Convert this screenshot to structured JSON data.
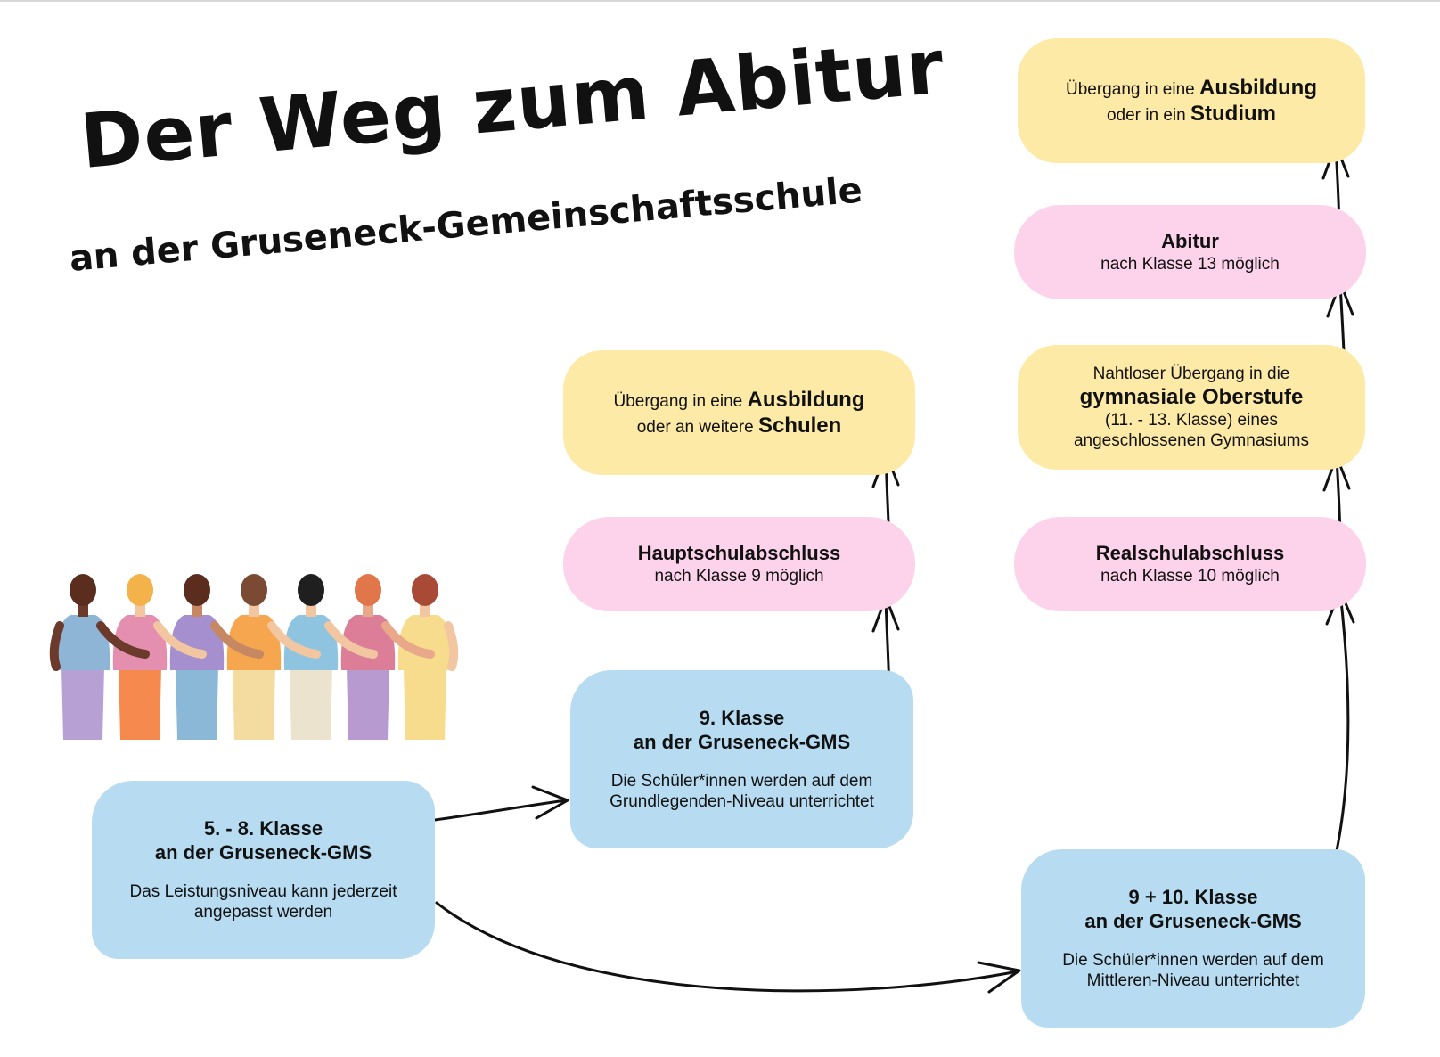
{
  "title": "Der Weg zum Abitur",
  "subtitle": "an der Gruseneck-Gemeinschaftsschule",
  "colors": {
    "yellow": "#fdeaa6",
    "pink": "#fdd3ec",
    "blue": "#b7dcf2"
  },
  "nodes": {
    "start": {
      "title_line1": "5. - 8. Klasse",
      "title_line2": "an der Gruseneck-GMS",
      "note_line1": "Das Leistungsniveau kann jederzeit",
      "note_line2": "angepasst werden"
    },
    "grade9": {
      "title_line1": "9. Klasse",
      "title_line2": "an der Gruseneck-GMS",
      "note_line1": "Die Schüler*innen werden auf dem",
      "note_line2": "Grundlegenden-Niveau unterrichtet"
    },
    "hauptschule": {
      "title": "Hauptschulabschluss",
      "note": "nach Klasse 9 möglich"
    },
    "ausbildung_schulen": {
      "prefix1": "Übergang in eine ",
      "bold1": "Ausbildung",
      "prefix2": "oder an weitere ",
      "bold2": "Schulen"
    },
    "grade9_10": {
      "title_line1": "9 + 10. Klasse",
      "title_line2": "an der Gruseneck-GMS",
      "note_line1": "Die Schüler*innen werden auf dem",
      "note_line2": "Mittleren-Niveau unterrichtet"
    },
    "realschule": {
      "title": "Realschulabschluss",
      "note": "nach Klasse 10 möglich"
    },
    "oberstufe": {
      "line1": "Nahtloser Übergang in die",
      "bold": "gymnasiale Oberstufe",
      "line3": "(11. - 13. Klasse) eines",
      "line4": "angeschlossenen Gymnasiums"
    },
    "abitur": {
      "title": "Abitur",
      "note": "nach Klasse 13 möglich"
    },
    "ausbildung_studium": {
      "prefix1": "Übergang in eine ",
      "bold1": "Ausbildung",
      "prefix2": "oder in ein ",
      "bold2": "Studium"
    }
  },
  "illustration": {
    "name": "group-of-friends-hugging",
    "person_count": 7,
    "shirt_colors": [
      "#8fb5d6",
      "#e58fb0",
      "#a58fcf",
      "#f6a64f",
      "#8fc4e0",
      "#dd7e98",
      "#f7dc8e"
    ],
    "pants_colors": [
      "#b7a0d4",
      "#f68a4e",
      "#8cb8d8",
      "#f4dca0",
      "#ece3cf",
      "#b79ad0",
      "#f7dc8e"
    ],
    "hair_colors": [
      "#5a2d1e",
      "#f3b24a",
      "#5a2d1e",
      "#7a4a33",
      "#1f1f1f",
      "#e0764a",
      "#a84a35"
    ],
    "skin_colors": [
      "#6b3a2a",
      "#f2c6a0",
      "#c68863",
      "#f2c6a0",
      "#f2c6a0",
      "#e9a889",
      "#f2c6a0"
    ]
  }
}
